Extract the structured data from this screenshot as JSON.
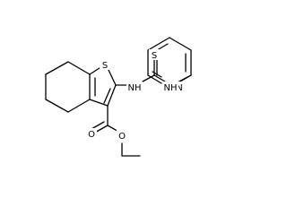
{
  "structure": {
    "atoms": {
      "S_thiophene": "S",
      "S_thione": "S",
      "N_pyridine": "N",
      "NH_1": "NH",
      "NH_2": "NH",
      "O_carbonyl": "O",
      "O_ester": "O"
    }
  }
}
